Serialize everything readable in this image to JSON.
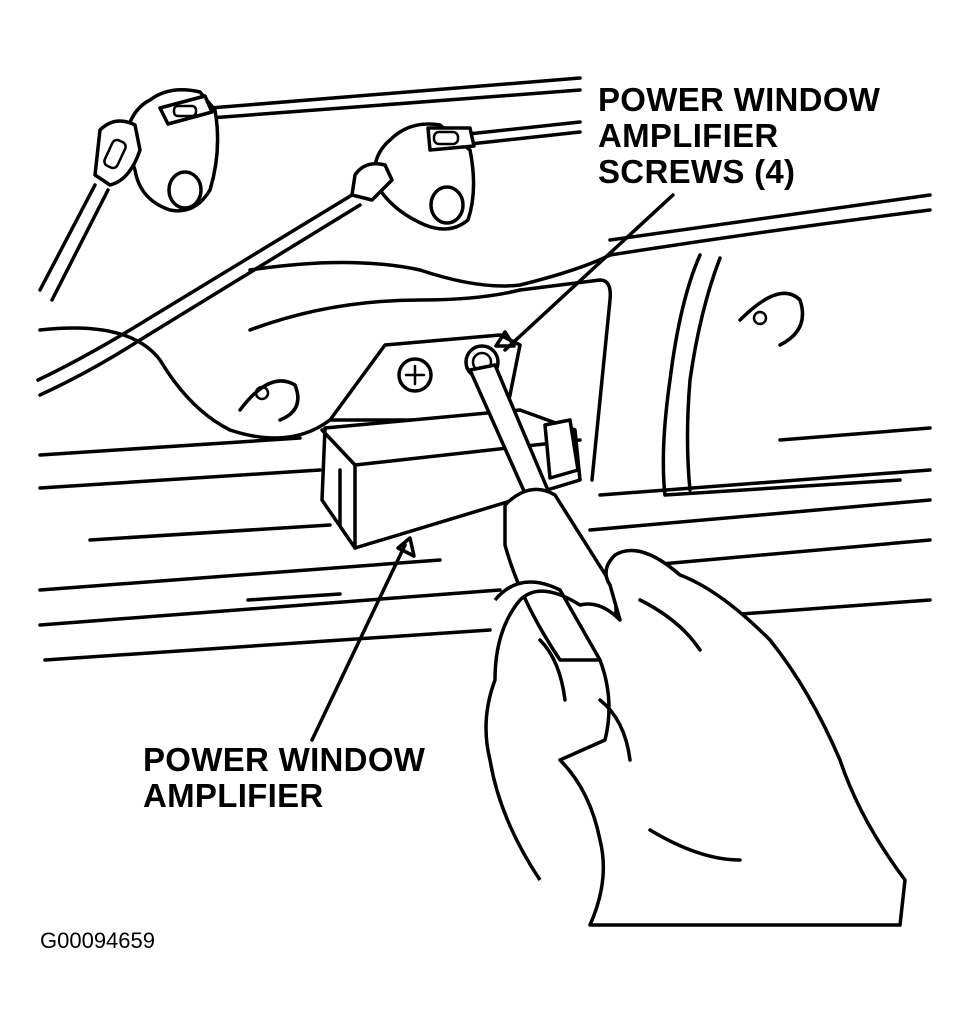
{
  "callouts": {
    "screws": {
      "line1": "POWER WINDOW",
      "line2": "AMPLIFIER",
      "line3": "SCREWS (4)"
    },
    "amplifier": {
      "line1": "POWER WINDOW",
      "line2": "AMPLIFIER"
    }
  },
  "figure_id": "G00094659"
}
